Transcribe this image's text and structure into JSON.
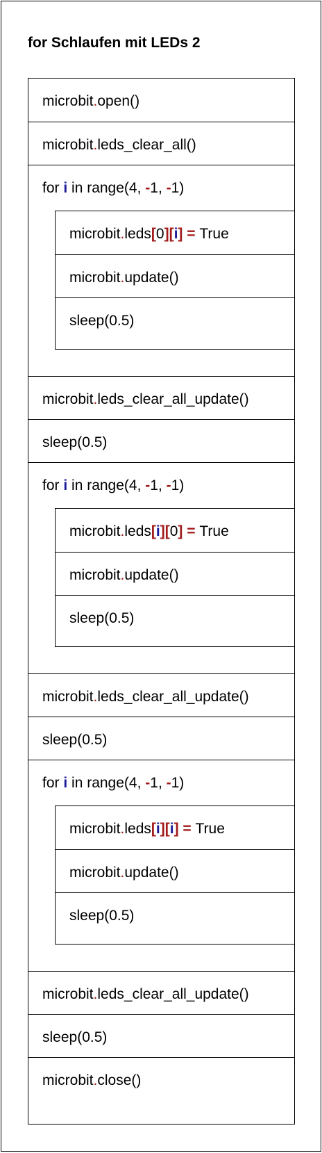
{
  "title": "for Schlaufen mit LEDs 2",
  "colors": {
    "variable": "#1a1a9a",
    "operator": "#a01818",
    "border": "#000000"
  },
  "blocks": {
    "open": {
      "obj": "microbit",
      "dot": ".",
      "call": "open()"
    },
    "clear_all": {
      "obj": "microbit",
      "dot": ".",
      "call": "leds_clear_all()"
    },
    "loop1": {
      "for_kw": "for ",
      "var": "i",
      "in_range": " in range(4, ",
      "neg1": "-",
      "one1": "1, ",
      "neg2": "-",
      "one2": "1)",
      "set": {
        "obj": "microbit",
        "dot": ".",
        "attr": "leds",
        "b1o": "[",
        "i1": "0",
        "b1c": "]",
        "b2o": "[",
        "i2": "i",
        "b2c": "]",
        "eq": " = ",
        "val": "True"
      },
      "update": {
        "obj": "microbit",
        "dot": ".",
        "call": "update()"
      },
      "sleep": "sleep(0.5)"
    },
    "clear_update1": {
      "obj": "microbit",
      "dot": ".",
      "call": "leds_clear_all_update()"
    },
    "sleep1": "sleep(0.5)",
    "loop2": {
      "for_kw": "for ",
      "var": "i",
      "in_range": " in range(4, ",
      "neg1": "-",
      "one1": "1, ",
      "neg2": "-",
      "one2": "1)",
      "set": {
        "obj": "microbit",
        "dot": ".",
        "attr": "leds",
        "b1o": "[",
        "i1": "i",
        "b1c": "]",
        "b2o": "[",
        "i2": "0",
        "b2c": "]",
        "eq": " = ",
        "val": "True"
      },
      "update": {
        "obj": "microbit",
        "dot": ".",
        "call": "update()"
      },
      "sleep": "sleep(0.5)"
    },
    "clear_update2": {
      "obj": "microbit",
      "dot": ".",
      "call": "leds_clear_all_update()"
    },
    "sleep2": "sleep(0.5)",
    "loop3": {
      "for_kw": "for ",
      "var": "i",
      "in_range": " in range(4, ",
      "neg1": "-",
      "one1": "1, ",
      "neg2": "-",
      "one2": "1)",
      "set": {
        "obj": "microbit",
        "dot": ".",
        "attr": "leds",
        "b1o": "[",
        "i1": "i",
        "b1c": "]",
        "b2o": "[",
        "i2": "i",
        "b2c": "]",
        "eq": " = ",
        "val": "True"
      },
      "update": {
        "obj": "microbit",
        "dot": ".",
        "call": "update()"
      },
      "sleep": "sleep(0.5)"
    },
    "clear_update3": {
      "obj": "microbit",
      "dot": ".",
      "call": "leds_clear_all_update()"
    },
    "sleep3": "sleep(0.5)",
    "close": {
      "obj": "microbit",
      "dot": ".",
      "call": "close()"
    }
  }
}
